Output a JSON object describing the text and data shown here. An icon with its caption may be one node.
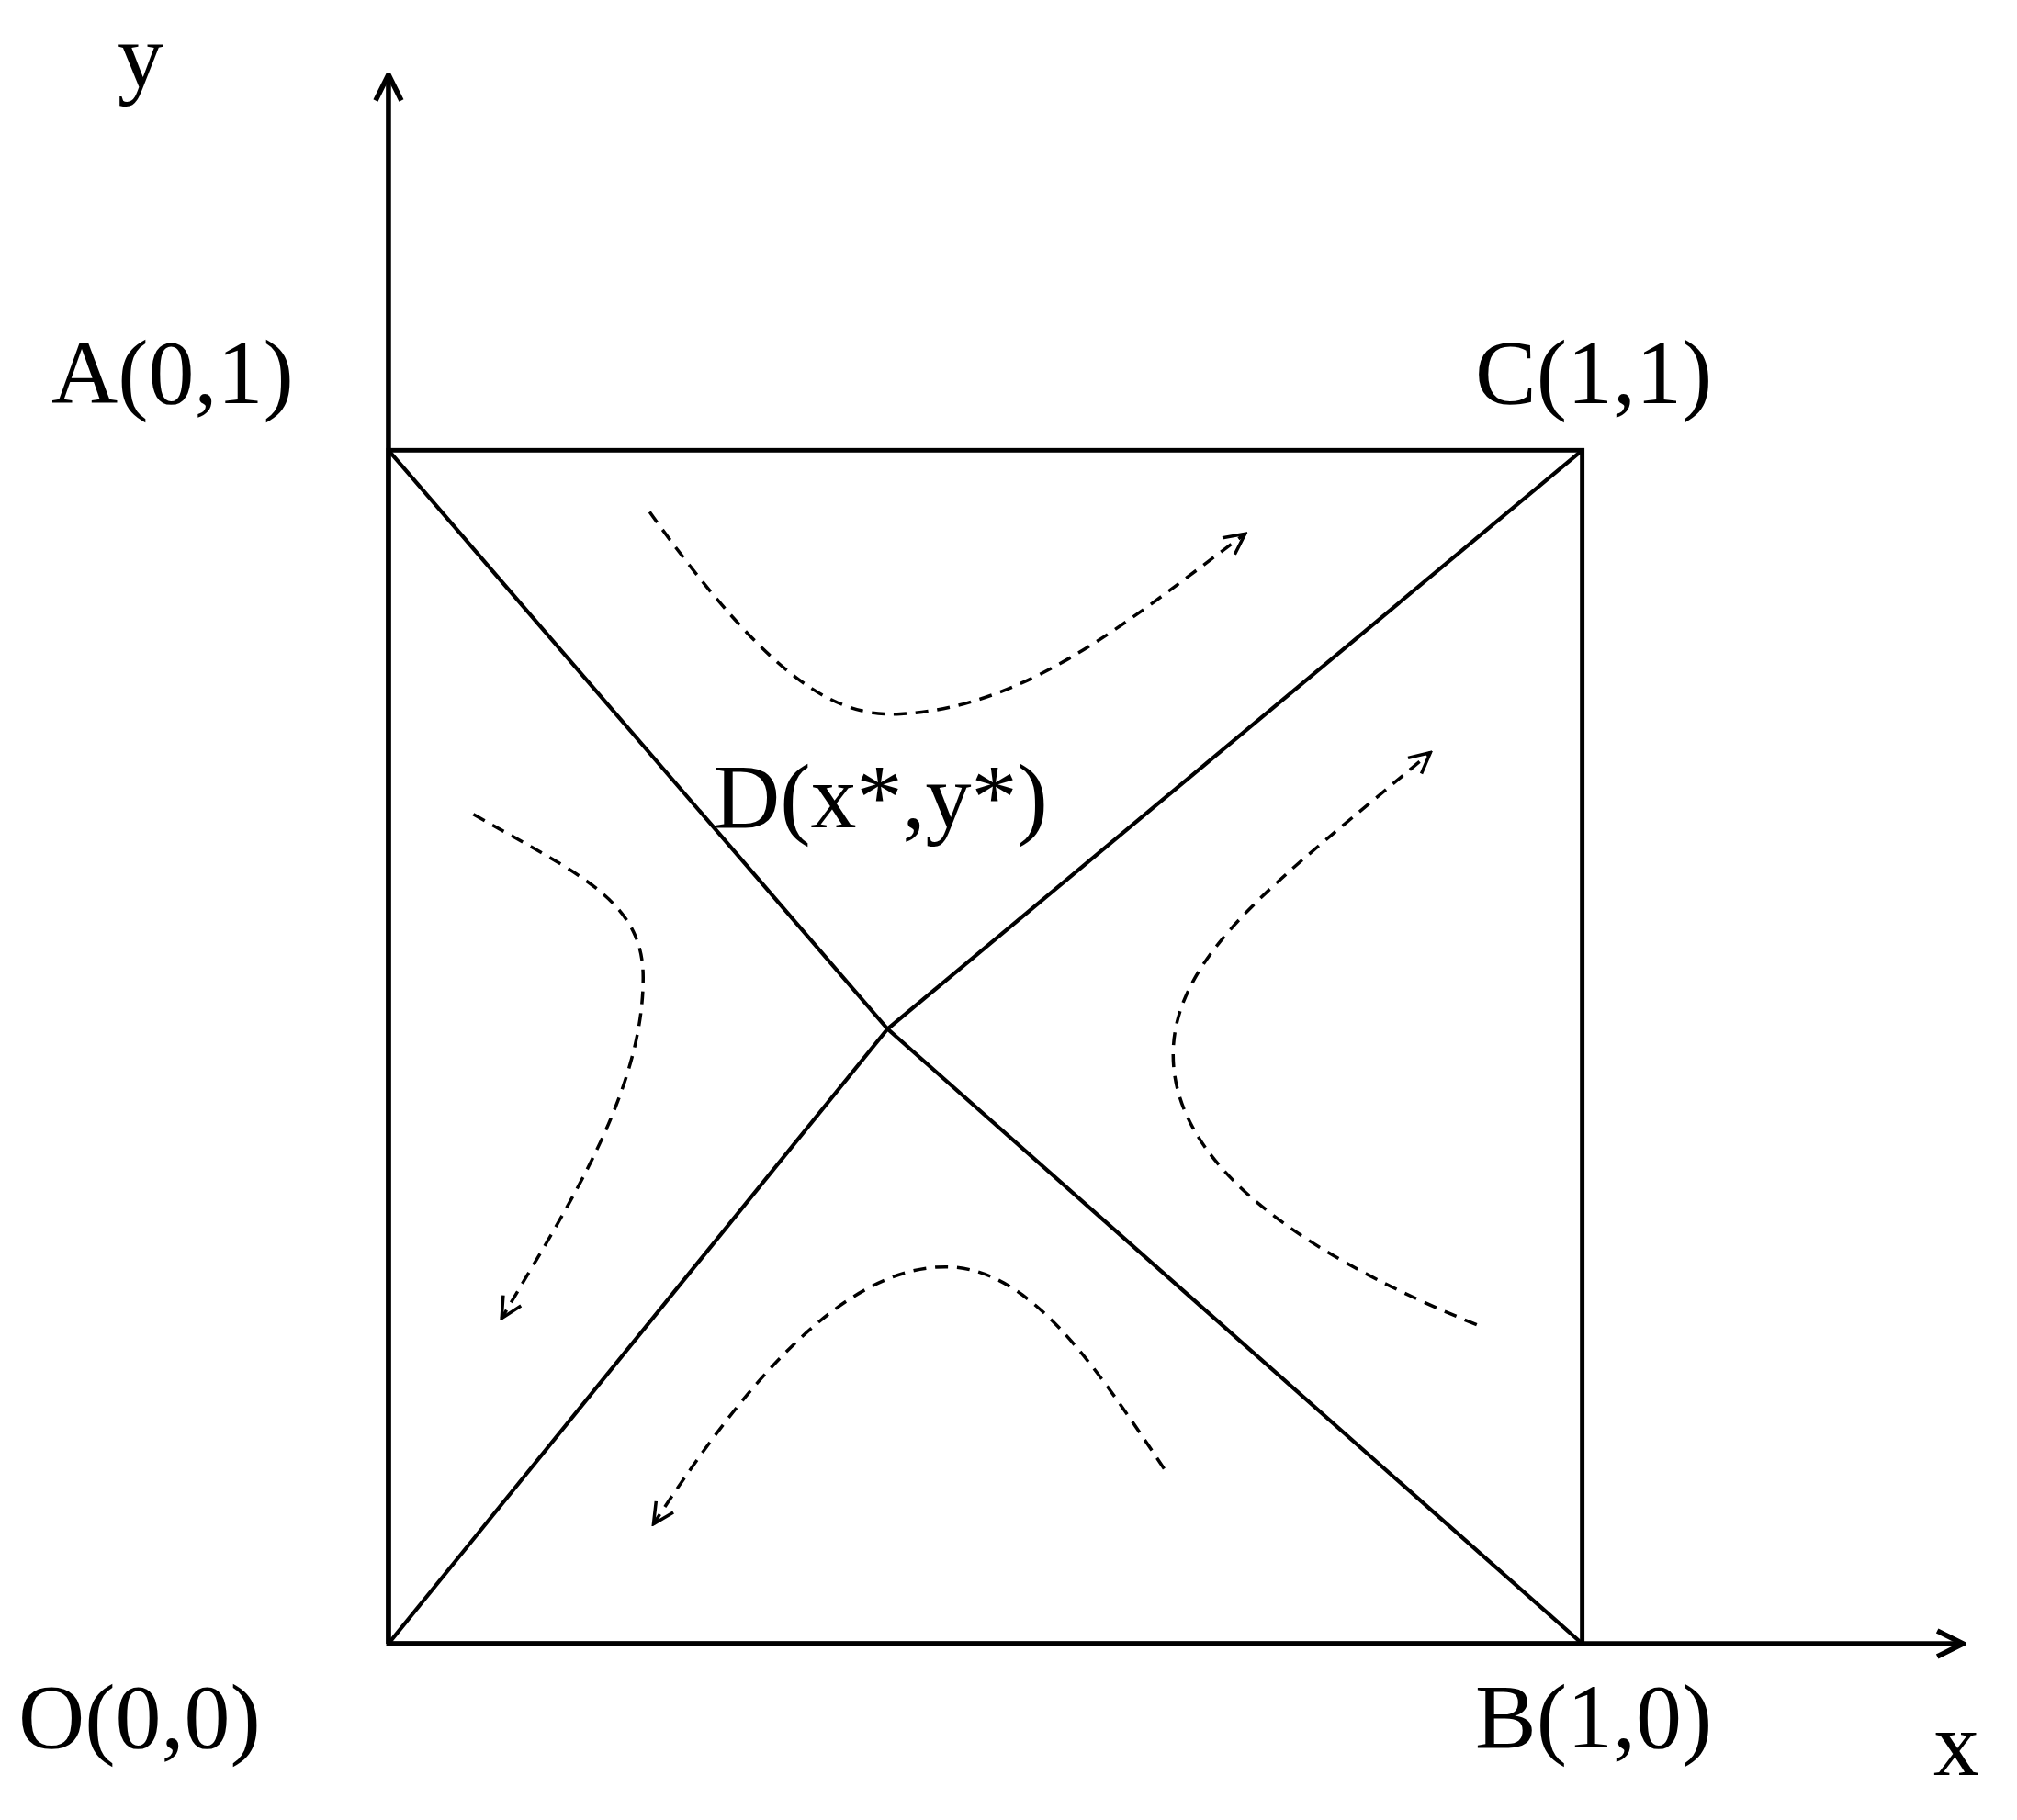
{
  "diagram": {
    "labels": [
      "y",
      "A(0,1)",
      "C(1,1)",
      "D(x*,y*)",
      "O(0,0)",
      "B(1,0)",
      "x"
    ]
  }
}
